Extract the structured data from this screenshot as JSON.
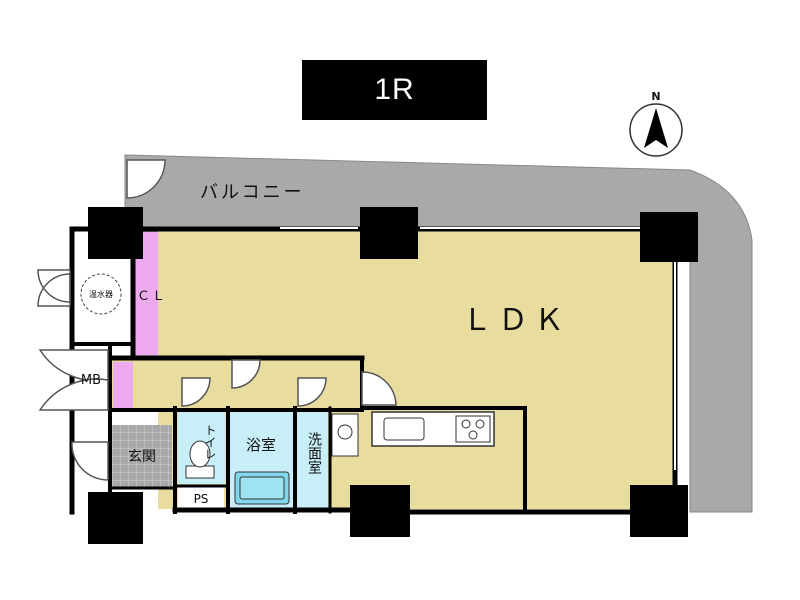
{
  "title": "1R",
  "compass": {
    "label": "N"
  },
  "rooms": {
    "balcony": "バルコニー",
    "ldk": "ＬＤＫ",
    "closet": "ＣＬ",
    "water_heater": "温水器",
    "mb": "MB",
    "entrance": "玄関",
    "toilet": "トイレ",
    "bath": "浴室",
    "washroom": "洗面室",
    "ps": "PS"
  },
  "colors": {
    "floor": "#e8dc9f",
    "balcony": "#a9a9a9",
    "closet": "#eeaaee",
    "wet_area": "#c8eef8",
    "wall": "#000000",
    "entrance_tile": "#a8a8a8"
  }
}
